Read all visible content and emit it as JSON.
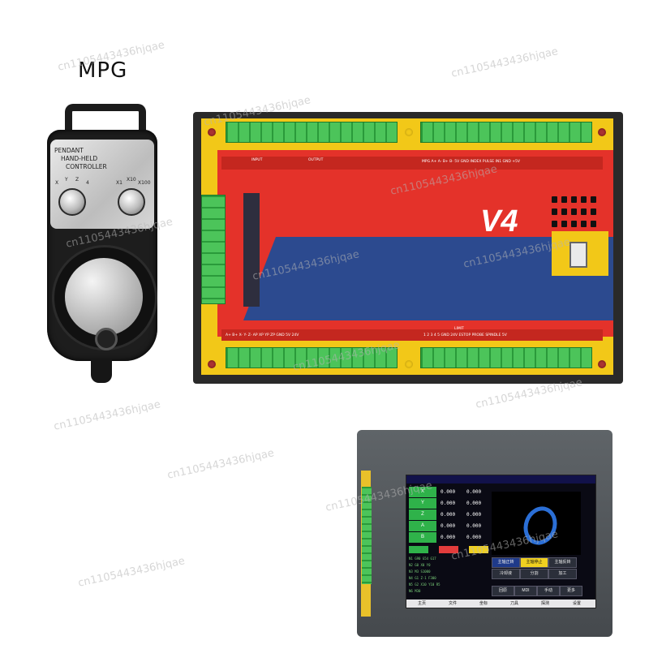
{
  "label": "MPG",
  "pendant": {
    "line1": "PENDANT",
    "line2": "HAND-HELD",
    "line3": "CONTROLLER",
    "axis_ticks": [
      "X",
      "Y",
      "Z",
      "4"
    ],
    "scale_ticks": [
      "X1",
      "X10",
      "X100"
    ]
  },
  "board": {
    "model": "V4",
    "input_header": "INPUT",
    "output_header": "OUTPUT",
    "limit_header": "LIMIT",
    "top_pins_right": "MPG A+ A- B+ B- 5V GND INDEX PULSE IN1 GND +5V",
    "bottom_pins_left": "A+ B+ X- Y- Z- AP XP YP ZP GND 5V 24V",
    "bottom_pins_right": "1 2 3 4 5 GND 24V ESTOP PROBE SPINDLE 5V"
  },
  "hmi": {
    "axes": [
      "X",
      "Y",
      "Z",
      "A",
      "B"
    ],
    "values_a": [
      "0.000",
      "0.000",
      "0.000",
      "0.000",
      "0.000"
    ],
    "values_b": [
      "0.000",
      "0.000",
      "0.000",
      "0.000",
      "0.000"
    ],
    "tabs": [
      "主页",
      "文件",
      "坐标",
      "刀具",
      "探测",
      "设置"
    ],
    "buttons": [
      "主轴正转",
      "主轴停止",
      "主轴反转",
      "回原",
      "MDI",
      "手动",
      "更多",
      "冷却液",
      "分割",
      "加工"
    ]
  },
  "watermark": "cn1105443436hjqae",
  "colors": {
    "board_red": "#e4322a",
    "board_yellow": "#f2c818",
    "board_blue": "#2c4a8f",
    "terminal_green": "#3bb54a"
  }
}
